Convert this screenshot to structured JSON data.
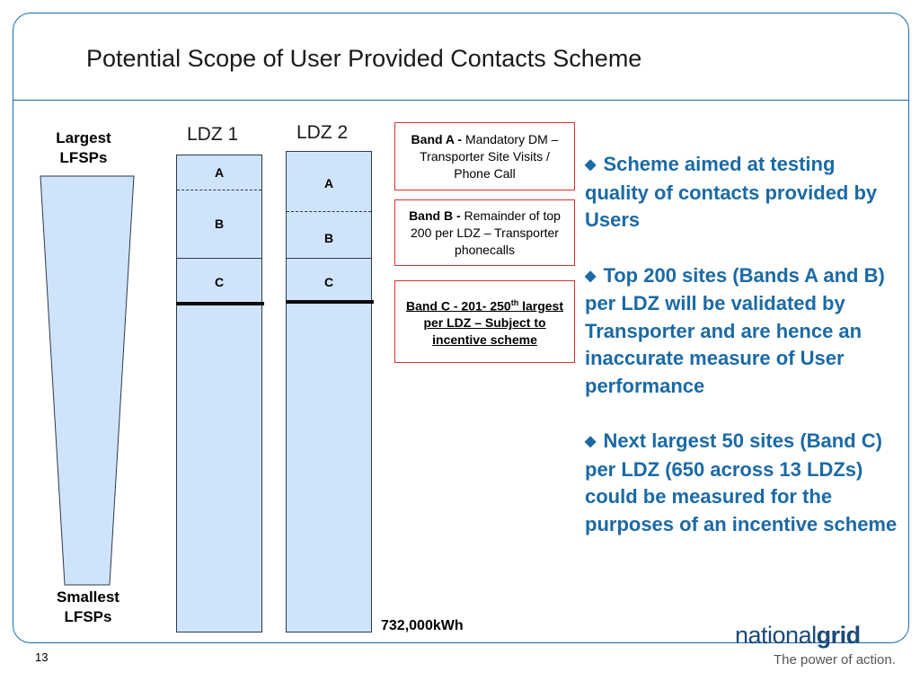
{
  "slide": {
    "title": "Potential Scope of User Provided Contacts Scheme",
    "page_number": "13"
  },
  "funnel": {
    "top_label": "Largest LFSPs",
    "bottom_label": "Smallest LFSPs"
  },
  "columns": [
    {
      "header": "LDZ 1",
      "bands": [
        "A",
        "B",
        "C"
      ]
    },
    {
      "header": "LDZ 2",
      "bands": [
        "A",
        "B",
        "C"
      ]
    }
  ],
  "threshold_label": "732,000kWh",
  "band_boxes": [
    {
      "title": "Band A -",
      "text": "Mandatory DM – Transporter Site Visits / Phone Call"
    },
    {
      "title": "Band B -",
      "text": "Remainder of top 200 per LDZ – Transporter phonecalls"
    },
    {
      "title_prefix": "Band C - 201- 250",
      "title_sup": "th",
      "text": "largest per LDZ – Subject to incentive scheme"
    }
  ],
  "bullets": [
    "Scheme aimed at testing quality of contacts provided by Users",
    "Top 200 sites (Bands A and B) per LDZ will be validated by Transporter and are hence an inaccurate measure of User performance",
    "Next largest 50 sites (Band C) per LDZ (650 across 13 LDZs) could be measured for the purposes of an incentive scheme"
  ],
  "bullet_glyph": "◆",
  "logo": {
    "light": "national",
    "bold": "grid",
    "tagline": "The power of action."
  },
  "colors": {
    "accent": "#1b6aa5",
    "column_fill": "#cfe3fa",
    "box_border": "#d6312f"
  }
}
